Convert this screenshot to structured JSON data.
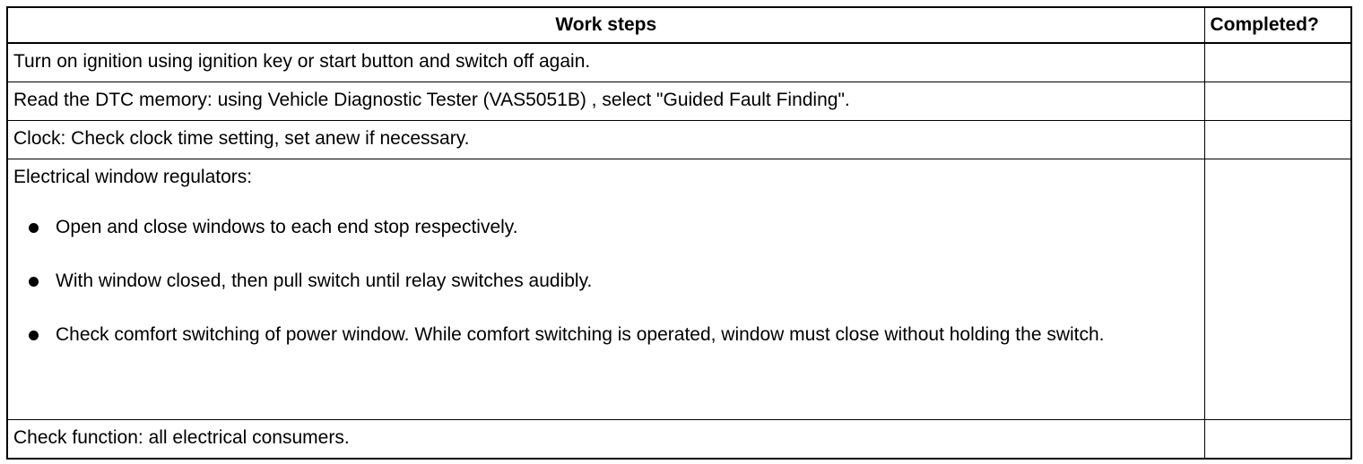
{
  "table": {
    "header": {
      "work_steps": "Work steps",
      "completed": "Completed?"
    },
    "rows": [
      {
        "text": "Turn on ignition using ignition key or start button and switch off again.",
        "completed": ""
      },
      {
        "text": "Read the DTC memory: using Vehicle Diagnostic Tester (VAS5051B) , select \"Guided Fault Finding\".",
        "completed": ""
      },
      {
        "text": "Clock: Check clock time setting, set anew if necessary.",
        "completed": ""
      },
      {
        "text": "Electrical window regulators:",
        "bullets": [
          "Open and close windows to each end stop respectively.",
          "With window closed, then pull switch until relay switches audibly.",
          "Check comfort switching of power window. While comfort switching is operated, window must close without holding the switch."
        ],
        "completed": ""
      },
      {
        "text": "Check function: all electrical consumers.",
        "completed": ""
      }
    ]
  }
}
